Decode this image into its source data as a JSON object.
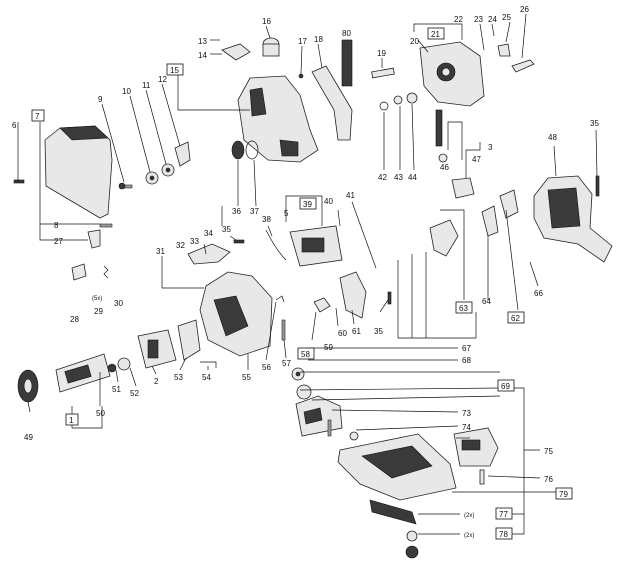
{
  "labels": {
    "l1": "1",
    "l2": "2",
    "l3": "3",
    "l5": "5",
    "l6": "6",
    "l7": "7",
    "l8": "8",
    "l9": "9",
    "l10": "10",
    "l11": "11",
    "l12": "12",
    "l13": "13",
    "l14": "14",
    "l15": "15",
    "l16": "16",
    "l17": "17",
    "l18": "18",
    "l19": "19",
    "l20": "20",
    "l21": "21",
    "l22": "22",
    "l23": "23",
    "l24": "24",
    "l25": "25",
    "l26": "26",
    "l27": "27",
    "l28": "28",
    "l29": "29",
    "l30": "30",
    "l31": "31",
    "l32": "32",
    "l33": "33",
    "l34": "34",
    "l35a": "35",
    "l35b": "35",
    "l35c": "35",
    "l36": "36",
    "l37": "37",
    "l38": "38",
    "l39": "39",
    "l40": "40",
    "l41": "41",
    "l42": "42",
    "l43": "43",
    "l44": "44",
    "l46": "46",
    "l47": "47",
    "l48": "48",
    "l49": "49",
    "l50": "50",
    "l51": "51",
    "l52": "52",
    "l53": "53",
    "l54": "54",
    "l55": "55",
    "l56": "56",
    "l57": "57",
    "l58": "58",
    "l59": "59",
    "l60": "60",
    "l61": "61",
    "l62": "62",
    "l63": "63",
    "l64": "64",
    "l66": "66",
    "l67": "67",
    "l68": "68",
    "l69": "69",
    "l73": "73",
    "l74": "74",
    "l75": "75",
    "l76": "76",
    "l77": "77",
    "l78": "78",
    "l79": "79",
    "l80": "80",
    "q5x": "(5x)",
    "q2xa": "(2x)",
    "q2xb": "(2x)"
  },
  "colors": {
    "ink": "#111111",
    "part_fill": "#e8e8e8",
    "dark_fill": "#3a3a3a",
    "background": "#ffffff"
  }
}
